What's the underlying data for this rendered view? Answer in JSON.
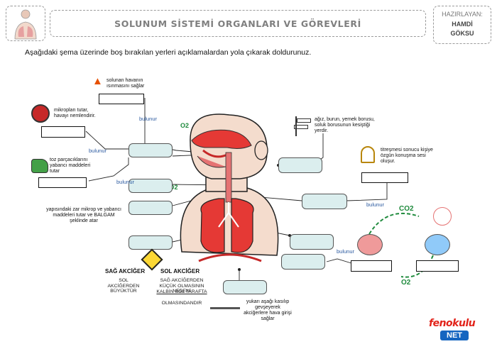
{
  "header": {
    "title": "SOLUNUM SİSTEMİ ORGANLARI VE GÖREVLERİ",
    "author_label": "HAZIRLAYAN:",
    "author_name_line1": "HAMDİ",
    "author_name_line2": "GÖKSU"
  },
  "instruction": "Aşağıdaki şema üzerinde boş bırakılan yerleri açıklamalardan yola çıkarak doldurunuz.",
  "labels": {
    "found": "bulunur",
    "o2": "O2",
    "co2": "CO2"
  },
  "notes": {
    "heating": "solunan havanın ısınmasını sağlar",
    "microbes": "mikropları tutar, havayı nemlendirir.",
    "dust": "toz parçacıklarını yabancı maddeleri tutar",
    "mucus": "yapısındaki zar mikrop ve yabancı maddeleri tutar ve BALGAM şeklinde atar",
    "pharynx": "ağız, burun, yemek borusu, soluk borusunun kesiştiği yerdir.",
    "voice": "titreşmesi sonucu kişiye özgün konuşma sesi oluşur.",
    "diaphragm": "yukarı aşağı kasılıp gevşeyerek akciğerlere hava girişi sağlar"
  },
  "lungs": {
    "right_title": "SAĞ AKCİĞER",
    "left_title": "SOL AKCİĞER",
    "right_note": "SOL AKCİĞERDEN BÜYÜKTÜR",
    "left_note_1": "SAĞ AKCİĞERDEN KÜÇÜK OLMASININ NEDENİ",
    "left_note_2": "KALBİN SOL TARAFTA",
    "left_note_3": "OLMASINDANDIR"
  },
  "logo": {
    "top": "fenokulu",
    "bottom": "NET"
  }
}
